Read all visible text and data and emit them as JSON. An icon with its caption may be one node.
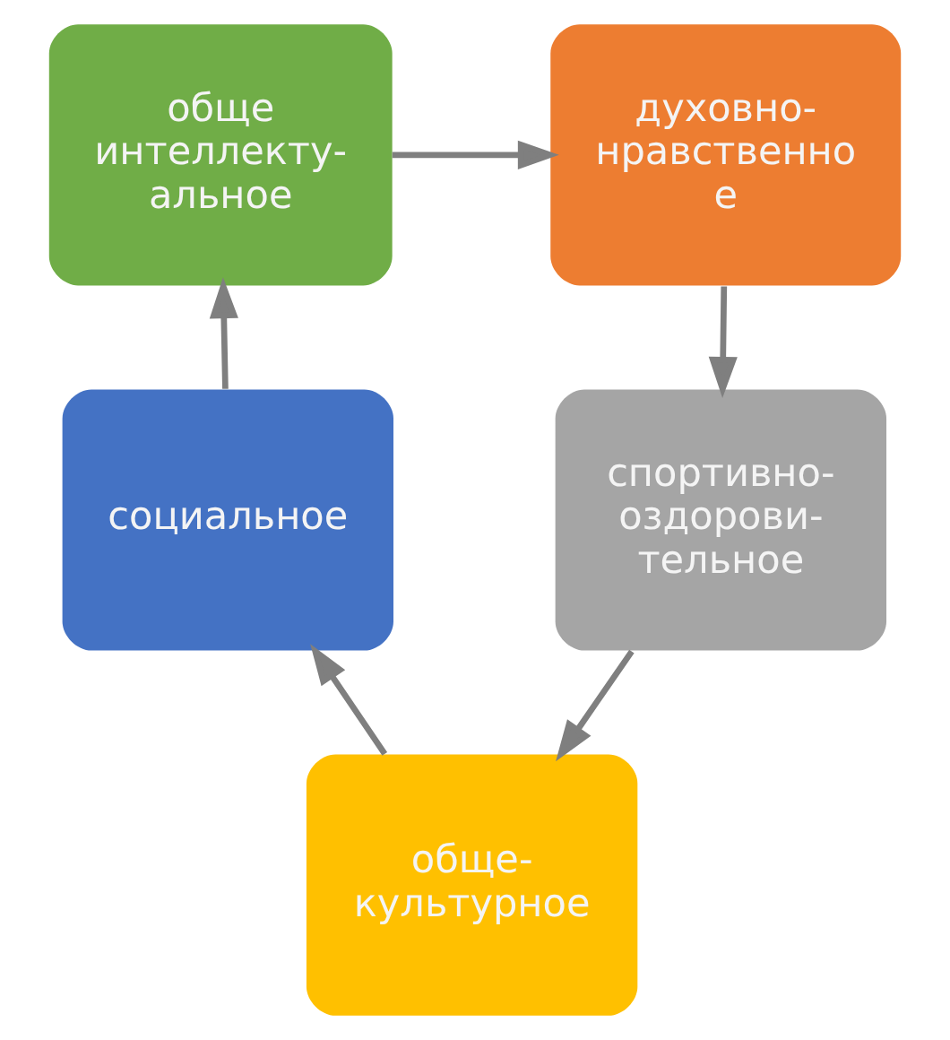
{
  "diagram": {
    "nodes": [
      {
        "text": [
          "обще интеллекту- альное"
        ]
      },
      {
        "text": [
          "духовно- нравственно е"
        ]
      },
      {
        "text": [
          "спортивно- оздорови- тельное"
        ]
      },
      {
        "text": [
          "обще- культурное"
        ]
      },
      {
        "text": [
          "социальное"
        ]
      }
    ],
    "edges": [
      {
        "from": 0,
        "to": 1,
        "arrow": "to"
      },
      {
        "from": 1,
        "to": 2,
        "arrow": "to"
      },
      {
        "from": 2,
        "to": 3,
        "arrow": "to"
      },
      {
        "from": 3,
        "to": 4,
        "arrow": "to"
      },
      {
        "from": 4,
        "to": 0,
        "arrow": "to"
      }
    ]
  }
}
